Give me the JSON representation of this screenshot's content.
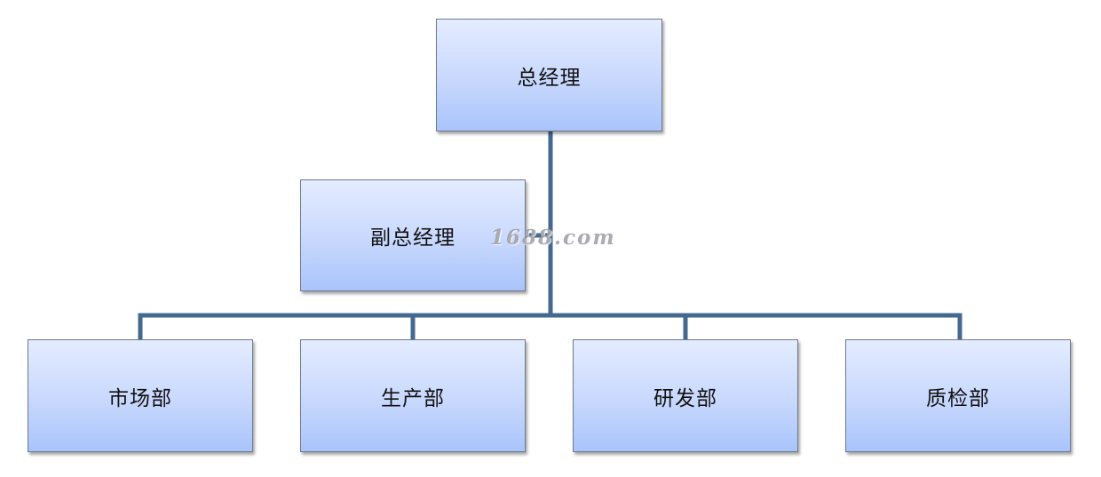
{
  "nodes": {
    "general_manager": "总经理",
    "deputy_general_manager": "副总经理",
    "marketing": "市场部",
    "production": "生产部",
    "rnd": "研发部",
    "quality_control": "质检部"
  },
  "watermark": "1688.com",
  "colors": {
    "connector": "#44698f",
    "node_fill_top": "#e4ecff",
    "node_fill_bottom": "#a9c4fb",
    "node_border": "#6f7a8c"
  }
}
